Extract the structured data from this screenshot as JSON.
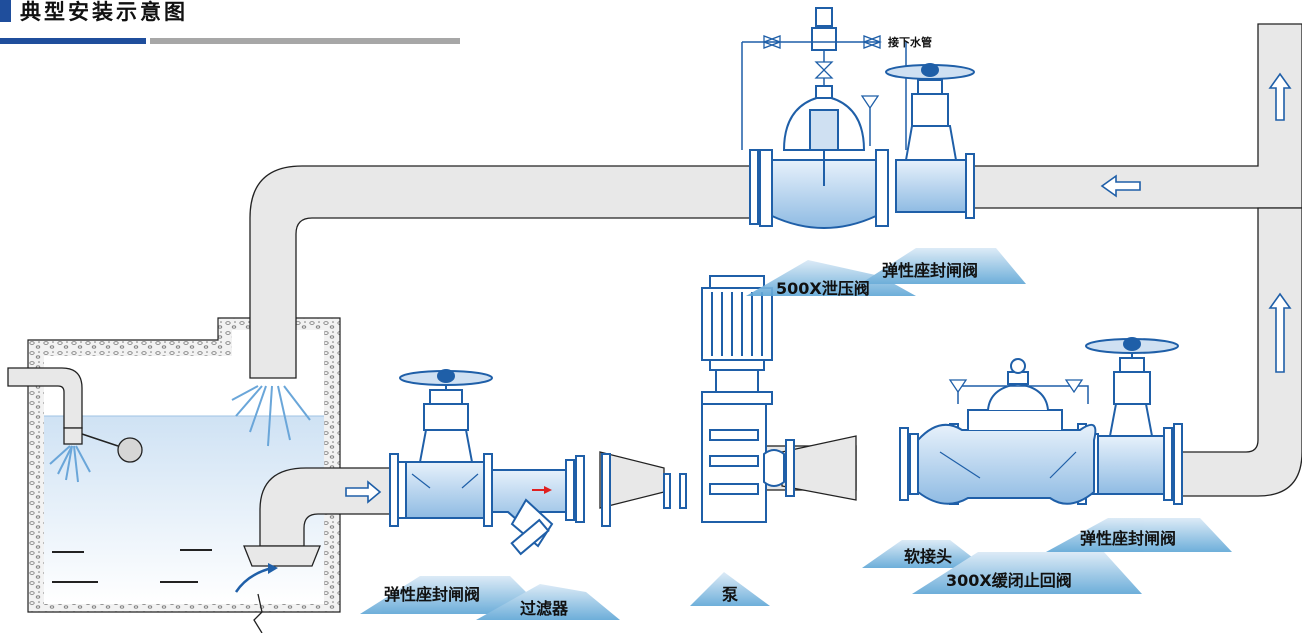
{
  "header": {
    "title": "典型安装示意图"
  },
  "labels": {
    "gate_valve_inlet": "弹性座封闸阀",
    "strainer": "过滤器",
    "pump": "泵",
    "soft_joint": "软接头",
    "check_valve": "300X缓闭止回阀",
    "gate_valve_outlet": "弹性座封闸阀",
    "relief_valve": "500X泄压阀",
    "gate_valve_top": "弹性座封闸阀",
    "drain_note": "接下水管"
  },
  "colors": {
    "pipe_fill": "#e8e8e8",
    "pipe_stroke": "#222222",
    "valve_blue": "#1f5fa8",
    "water_top": "#d4e6f6",
    "water_bottom": "#ffffff",
    "header_blue": "#1f4e9c",
    "flow_arrow": "#1f5fa8",
    "strainer_arrow": "#e02020"
  },
  "icons": [
    "flow-arrow-icon",
    "handwheel-icon",
    "float-ball-icon",
    "needle-valve-icon"
  ]
}
